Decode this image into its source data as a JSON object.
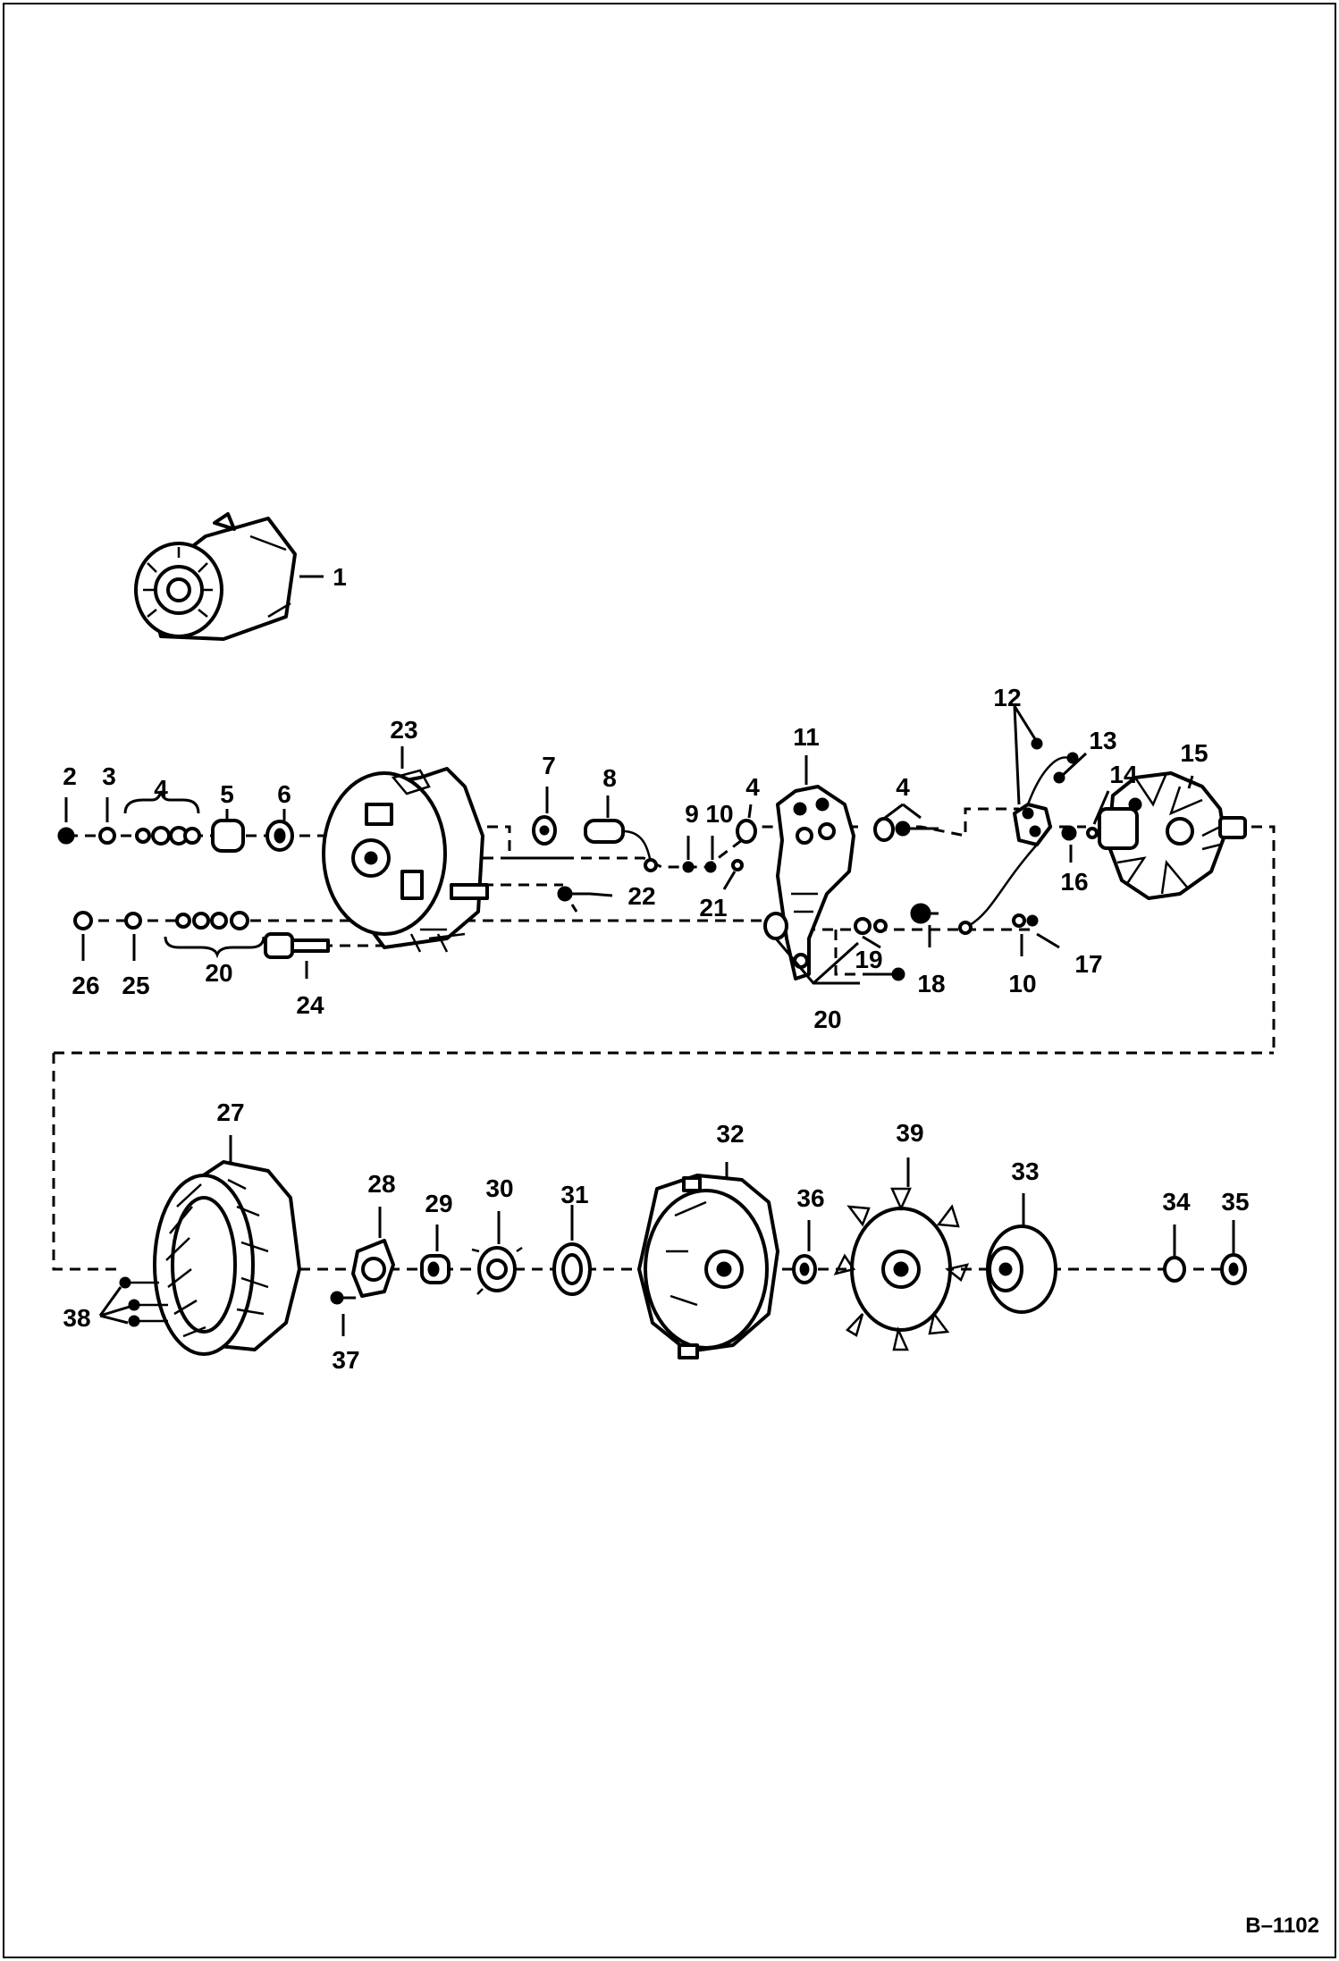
{
  "figure": {
    "drawing_code": "B–1102",
    "callouts": [
      {
        "id": "c1",
        "label": "1"
      },
      {
        "id": "c2",
        "label": "2"
      },
      {
        "id": "c3",
        "label": "3"
      },
      {
        "id": "c4a",
        "label": "4"
      },
      {
        "id": "c5",
        "label": "5"
      },
      {
        "id": "c6",
        "label": "6"
      },
      {
        "id": "c7",
        "label": "7"
      },
      {
        "id": "c8",
        "label": "8"
      },
      {
        "id": "c9",
        "label": "9"
      },
      {
        "id": "c10a",
        "label": "10"
      },
      {
        "id": "c4b",
        "label": "4"
      },
      {
        "id": "c11",
        "label": "11"
      },
      {
        "id": "c4c",
        "label": "4"
      },
      {
        "id": "c12",
        "label": "12"
      },
      {
        "id": "c13",
        "label": "13"
      },
      {
        "id": "c14",
        "label": "14"
      },
      {
        "id": "c15",
        "label": "15"
      },
      {
        "id": "c16",
        "label": "16"
      },
      {
        "id": "c17",
        "label": "17"
      },
      {
        "id": "c10b",
        "label": "10"
      },
      {
        "id": "c18",
        "label": "18"
      },
      {
        "id": "c19",
        "label": "19"
      },
      {
        "id": "c20a",
        "label": "20"
      },
      {
        "id": "c21",
        "label": "21"
      },
      {
        "id": "c22",
        "label": "22"
      },
      {
        "id": "c23",
        "label": "23"
      },
      {
        "id": "c24",
        "label": "24"
      },
      {
        "id": "c20b",
        "label": "20"
      },
      {
        "id": "c25",
        "label": "25"
      },
      {
        "id": "c26",
        "label": "26"
      },
      {
        "id": "c27",
        "label": "27"
      },
      {
        "id": "c28",
        "label": "28"
      },
      {
        "id": "c29",
        "label": "29"
      },
      {
        "id": "c30",
        "label": "30"
      },
      {
        "id": "c31",
        "label": "31"
      },
      {
        "id": "c32",
        "label": "32"
      },
      {
        "id": "c36",
        "label": "36"
      },
      {
        "id": "c39",
        "label": "39"
      },
      {
        "id": "c33",
        "label": "33"
      },
      {
        "id": "c34",
        "label": "34"
      },
      {
        "id": "c35",
        "label": "35"
      },
      {
        "id": "c37",
        "label": "37"
      },
      {
        "id": "c38",
        "label": "38"
      }
    ]
  }
}
